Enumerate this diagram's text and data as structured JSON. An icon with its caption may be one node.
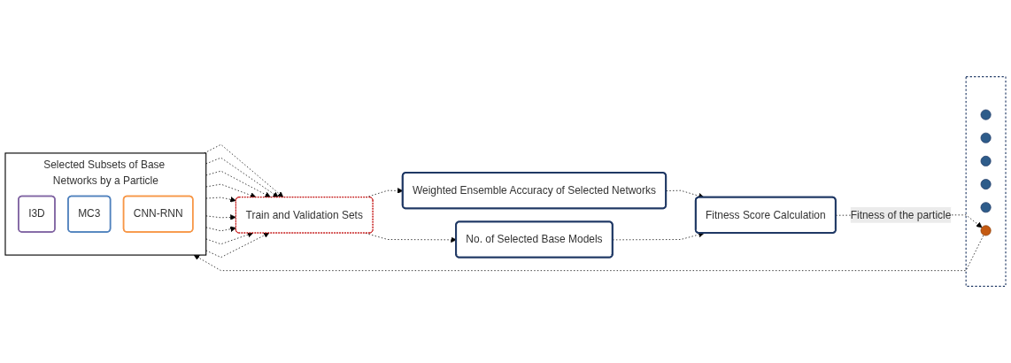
{
  "diagram": {
    "nodes": [
      {
        "text": [],
        "shape": "box"
      },
      {
        "text": [],
        "shape": "circle",
        "in": 0
      },
      {
        "text": [],
        "shape": "circle",
        "in": 0
      },
      {
        "text": [],
        "shape": "circle",
        "in": 0
      },
      {
        "text": [],
        "shape": "circle",
        "in": 0
      },
      {
        "text": [],
        "shape": "circle",
        "in": 0
      },
      {
        "text": [],
        "shape": "circle",
        "in": 0
      },
      {
        "text": [
          "Selected Subsets of Base Networks by a Particle"
        ]
      },
      {
        "text": [
          "I3D"
        ],
        "in": 7
      },
      {
        "text": [
          "MC3"
        ],
        "in": 7
      },
      {
        "text": [
          "CNN-RNN"
        ],
        "in": 7
      },
      {
        "text": [
          "Train and Validation Sets"
        ]
      },
      {
        "text": [
          "Weighted Ensemble Accuracy of Selected Networks"
        ]
      },
      {
        "text": [
          "No. of Selected Base Models"
        ]
      },
      {
        "text": [
          "Fitness Score Calculation"
        ]
      }
    ],
    "edges": [
      {
        "from": 6,
        "to": 7,
        "arrow": "to",
        "style": "dashed"
      },
      {
        "from": 7,
        "to": 11,
        "arrow": "to",
        "style": "dashed"
      },
      {
        "from": 7,
        "to": 11,
        "arrow": "to",
        "style": "dashed"
      },
      {
        "from": 7,
        "to": 11,
        "arrow": "to",
        "style": "dashed"
      },
      {
        "from": 7,
        "to": 11,
        "arrow": "to",
        "style": "dashed"
      },
      {
        "from": 7,
        "to": 11,
        "arrow": "to",
        "style": "dashed"
      },
      {
        "from": 7,
        "to": 11,
        "arrow": "to",
        "style": "dashed"
      },
      {
        "from": 7,
        "to": 11,
        "arrow": "to",
        "style": "dashed"
      },
      {
        "from": 7,
        "to": 11,
        "arrow": "to",
        "style": "dashed"
      },
      {
        "from": 7,
        "to": 11,
        "arrow": "to",
        "style": "dashed"
      },
      {
        "from": 11,
        "to": 12,
        "arrow": "to",
        "style": "dashed"
      },
      {
        "from": 11,
        "to": 13,
        "arrow": "to",
        "style": "dashed"
      },
      {
        "from": 12,
        "to": 14,
        "arrow": "to",
        "style": "dashed"
      },
      {
        "from": 13,
        "to": 14,
        "arrow": "to",
        "style": "dashed"
      },
      {
        "from": 14,
        "to": 6,
        "label": "Fitness of the particle",
        "arrow": "to",
        "style": "dashed"
      }
    ]
  }
}
